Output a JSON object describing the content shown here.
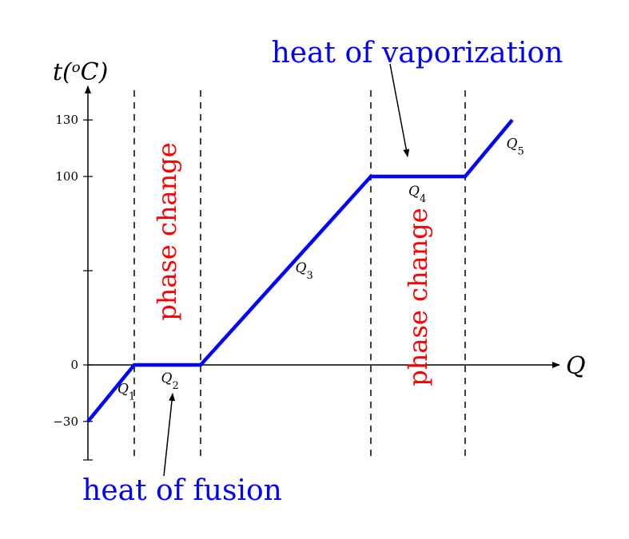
{
  "chart_data": {
    "type": "line",
    "title": "",
    "xlabel": "Q",
    "ylabel": "t(°C)",
    "ylabel_display": {
      "base": "t(",
      "sup": "o",
      "tail": "C)"
    },
    "y_ticks": [
      {
        "value": -30,
        "label": "−30"
      },
      {
        "value": 0,
        "label": "0"
      },
      {
        "value": 50,
        "label": ""
      },
      {
        "value": 100,
        "label": "100"
      },
      {
        "value": 130,
        "label": "130"
      }
    ],
    "series": [
      {
        "color": "#0000ff",
        "points": [
          {
            "q": 0,
            "t": -30
          },
          {
            "q": 1,
            "t": 0
          },
          {
            "q": 2.4,
            "t": 0
          },
          {
            "q": 6,
            "t": 100
          },
          {
            "q": 8,
            "t": 100
          },
          {
            "q": 9,
            "t": 130
          }
        ]
      }
    ],
    "segment_labels": [
      {
        "base": "Q",
        "sub": "1",
        "q": 0.5,
        "t": -15
      },
      {
        "base": "Q",
        "sub": "2",
        "q": 1.7,
        "t": 0
      },
      {
        "base": "Q",
        "sub": "3",
        "q": 4.2,
        "t": 50
      },
      {
        "base": "Q",
        "sub": "4",
        "q": 7,
        "t": 100
      },
      {
        "base": "Q",
        "sub": "5",
        "q": 8.5,
        "t": 115
      }
    ],
    "phase_boundaries_q": [
      1,
      2.4,
      6,
      8
    ],
    "annotations": [
      {
        "text": "heat of fusion",
        "color": "#0000ff",
        "points_to": {
          "q": 1.7,
          "t": 0
        }
      },
      {
        "text": "heat of vaporization",
        "color": "#0000ff",
        "points_to": {
          "q": 7,
          "t": 100
        }
      }
    ],
    "phase_labels": [
      {
        "text": "phase change",
        "color": "#ff0000",
        "between_q": [
          1,
          2.4
        ]
      },
      {
        "text": "phase change",
        "color": "#ff0000",
        "between_q": [
          6,
          8
        ]
      }
    ],
    "grid": false,
    "legend": "none"
  }
}
